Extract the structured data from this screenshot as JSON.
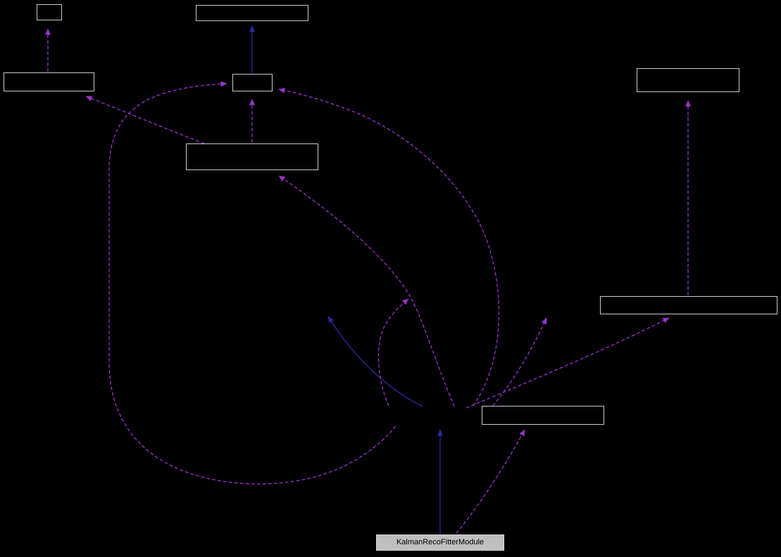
{
  "diagram": {
    "type": "collaboration-graph",
    "colors": {
      "background": "#000000",
      "usage_edge": "#9932cc",
      "inheritance_edge": "#2a2a9c",
      "node_border": "#c9c9c9",
      "main_node_fill": "#bfbfbf",
      "main_node_text": "#000000"
    },
    "nodes": [
      {
        "id": "node-top-left",
        "label": ""
      },
      {
        "id": "node-top-center",
        "label": ""
      },
      {
        "id": "node-left",
        "label": ""
      },
      {
        "id": "node-center-small",
        "label": ""
      },
      {
        "id": "node-center-wide",
        "label": ""
      },
      {
        "id": "node-right-top",
        "label": ""
      },
      {
        "id": "node-right-mid",
        "label": ""
      },
      {
        "id": "node-center-lower",
        "label": ""
      },
      {
        "id": "node-main",
        "label": "KalmanRecoFitterModule"
      }
    ]
  }
}
